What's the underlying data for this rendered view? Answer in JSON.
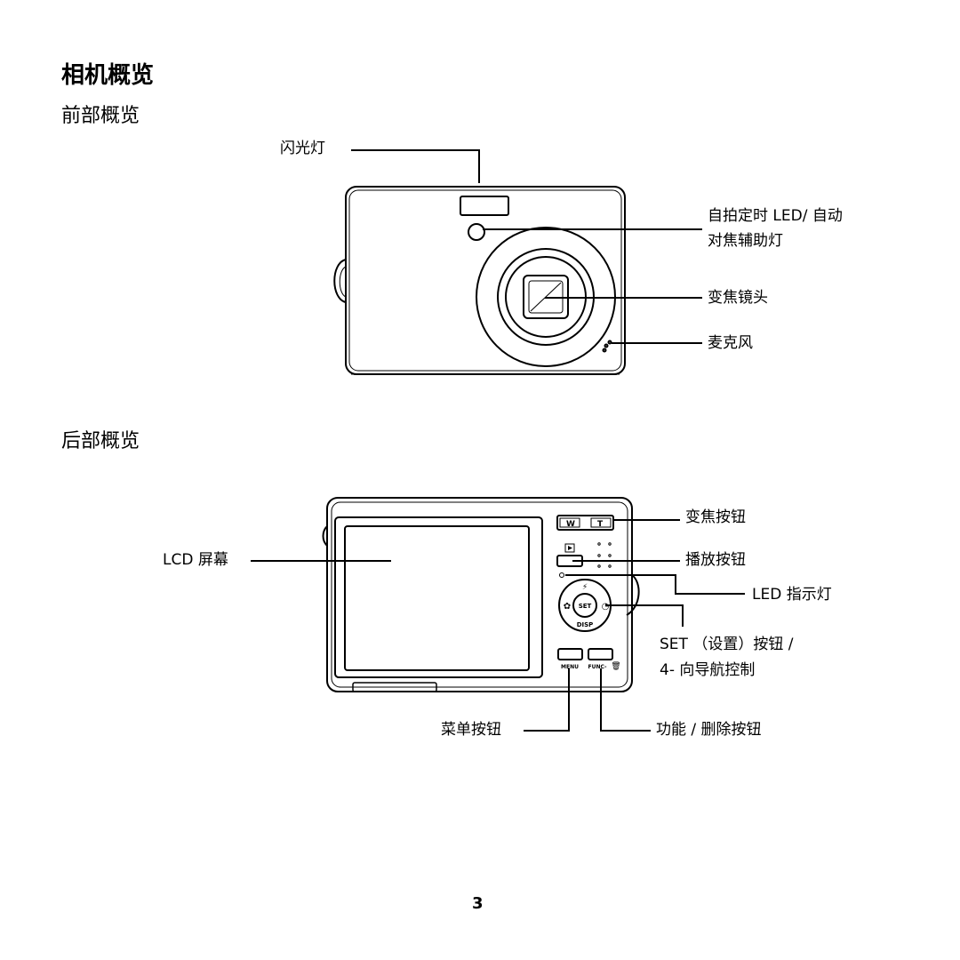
{
  "title": "相机概览",
  "front": {
    "heading": "前部概览",
    "labels": {
      "flash": "闪光灯",
      "self_timer_line1": "自拍定时 LED/ 自动",
      "self_timer_line2": "对焦辅助灯",
      "zoom_lens": "变焦镜头",
      "microphone": "麦克风"
    }
  },
  "back": {
    "heading": "后部概览",
    "labels": {
      "lcd_screen": "LCD 屏幕",
      "zoom_button": "变焦按钮",
      "playback_button": "播放按钮",
      "led_indicator": "LED 指示灯",
      "set_button_line1": "SET （设置）按钮 /",
      "set_button_line2": "4- 向导航控制",
      "menu_button": "菜单按钮",
      "func_button": "功能 / 删除按钮"
    },
    "camera_markings": {
      "zoom_wide": "W",
      "zoom_tele": "T",
      "set": "SET",
      "disp": "DISP",
      "menu": "MENU",
      "func": "FUNC-"
    }
  },
  "page_number": "3"
}
